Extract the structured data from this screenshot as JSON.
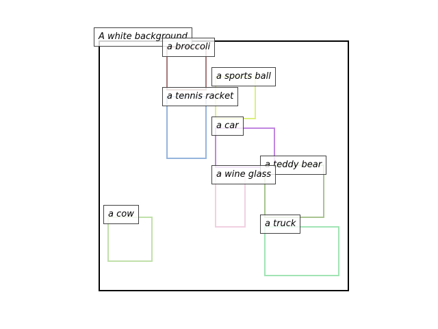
{
  "background_label": "A white background",
  "objects": [
    {
      "id": "broccoli",
      "label": "a broccoli",
      "color": "#a87878"
    },
    {
      "id": "sports-ball",
      "label": "a sports ball",
      "color": "#dcf07c"
    },
    {
      "id": "tennis-racket",
      "label": "a tennis racket",
      "color": "#94b4dc"
    },
    {
      "id": "car",
      "label": "a car",
      "color": "#c084e0"
    },
    {
      "id": "teddy-bear",
      "label": "a teddy bear",
      "color": "#a8c490"
    },
    {
      "id": "wine-glass",
      "label": "a wine glass",
      "color": "#f0d0e0"
    },
    {
      "id": "cow",
      "label": "a cow",
      "color": "#c0e0a8"
    },
    {
      "id": "truck",
      "label": "a truck",
      "color": "#a0e4b4"
    }
  ]
}
